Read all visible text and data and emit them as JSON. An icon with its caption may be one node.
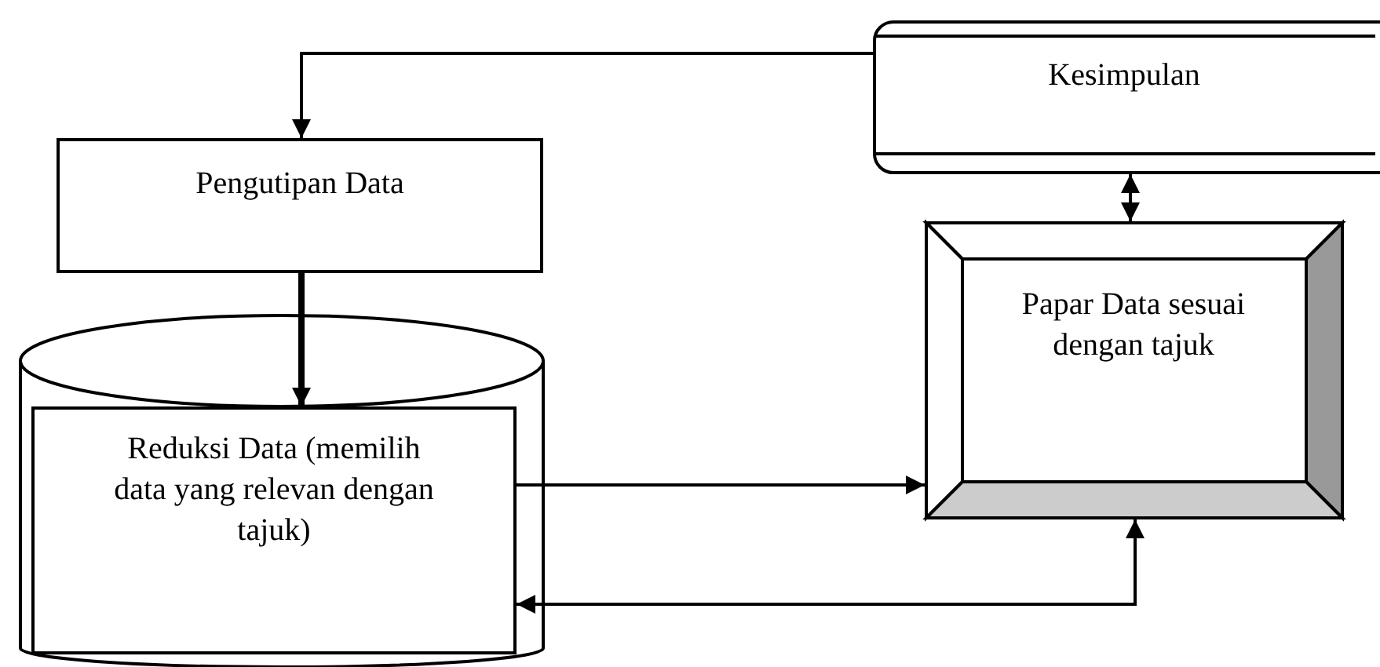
{
  "diagram": {
    "nodes": [
      {
        "text": [
          "Kesimpulan"
        ]
      },
      {
        "text": [
          "Pengutipan Data"
        ]
      },
      {
        "text": [],
        "shape": "cylinder"
      },
      {
        "text": [
          "Reduksi Data (memilih data yang relevan dengan tajuk)"
        ],
        "in": 2
      },
      {
        "text": [
          "Papar Data sesuai dengan tajuk"
        ]
      }
    ],
    "edges": [
      {
        "from": 0,
        "to": 1,
        "arrow": "to"
      },
      {
        "from": 1,
        "to": 3,
        "arrow": "to",
        "style": "thick"
      },
      {
        "from": 0,
        "to": 4,
        "arrow": "both"
      },
      {
        "from": 3,
        "to": 4,
        "arrow": "to"
      },
      {
        "from": 4,
        "to": 3,
        "arrow": "both"
      }
    ]
  }
}
